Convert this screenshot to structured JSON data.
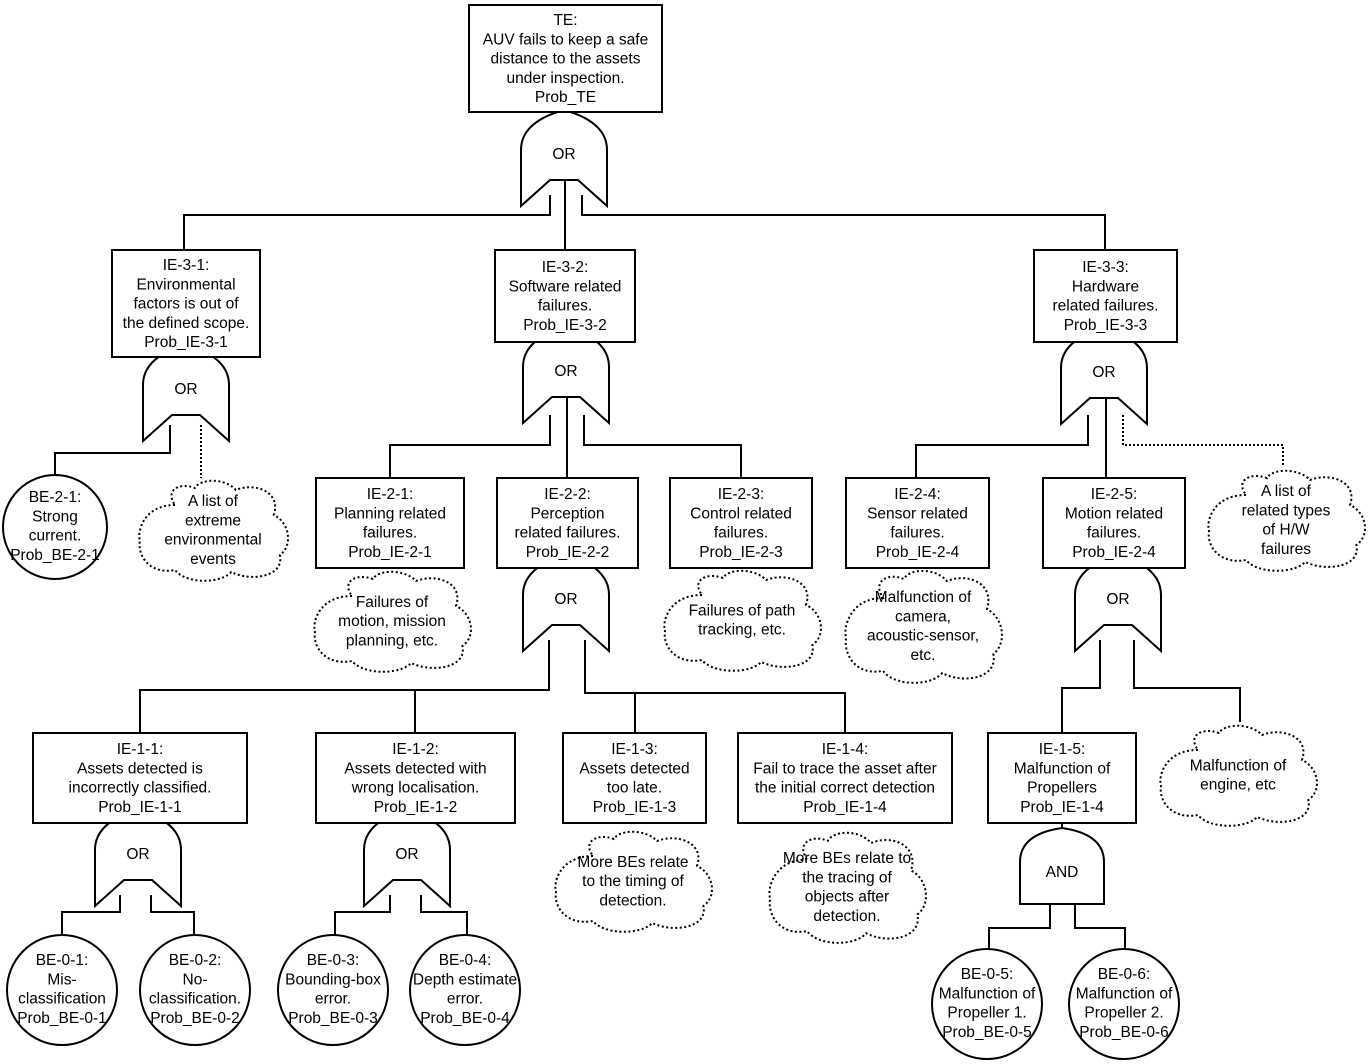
{
  "top_event": {
    "lines": [
      "TE:",
      "AUV fails to keep a safe",
      "distance to the assets",
      "under inspection.",
      "Prob_TE"
    ]
  },
  "intermediate_events": {
    "ie_3_1": {
      "lines": [
        "IE-3-1:",
        "Environmental",
        "factors is out of",
        "the defined scope.",
        "Prob_IE-3-1"
      ]
    },
    "ie_3_2": {
      "lines": [
        "IE-3-2:",
        "Software related",
        "failures.",
        "Prob_IE-3-2"
      ]
    },
    "ie_3_3": {
      "lines": [
        "IE-3-3:",
        "Hardware",
        "related failures.",
        "Prob_IE-3-3"
      ]
    },
    "ie_2_1": {
      "lines": [
        "IE-2-1:",
        "Planning related",
        "failures.",
        "Prob_IE-2-1"
      ]
    },
    "ie_2_2": {
      "lines": [
        "IE-2-2:",
        "Perception",
        "related failures.",
        "Prob_IE-2-2"
      ]
    },
    "ie_2_3": {
      "lines": [
        "IE-2-3:",
        "Control related",
        "failures.",
        "Prob_IE-2-3"
      ]
    },
    "ie_2_4": {
      "lines": [
        "IE-2-4:",
        "Sensor related",
        "failures.",
        "Prob_IE-2-4"
      ]
    },
    "ie_2_5": {
      "lines": [
        "IE-2-5:",
        "Motion related",
        "failures.",
        "Prob_IE-2-4"
      ]
    },
    "ie_1_1": {
      "lines": [
        "IE-1-1:",
        "Assets detected is",
        "incorrectly classified.",
        "Prob_IE-1-1"
      ]
    },
    "ie_1_2": {
      "lines": [
        "IE-1-2:",
        "Assets detected with",
        "wrong localisation.",
        "Prob_IE-1-2"
      ]
    },
    "ie_1_3": {
      "lines": [
        "IE-1-3:",
        "Assets detected",
        "too late.",
        "Prob_IE-1-3"
      ]
    },
    "ie_1_4": {
      "lines": [
        "IE-1-4:",
        "Fail to trace the asset after",
        "the initial correct detection",
        "Prob_IE-1-4"
      ]
    },
    "ie_1_5": {
      "lines": [
        "IE-1-5:",
        "Malfunction of",
        "Propellers",
        "Prob_IE-1-4"
      ]
    }
  },
  "basic_events": {
    "be_2_1": {
      "lines": [
        "BE-2-1:",
        "Strong",
        "current.",
        "Prob_BE-2-1"
      ]
    },
    "be_0_1": {
      "lines": [
        "BE-0-1:",
        "Mis-",
        "classification",
        "Prob_BE-0-1"
      ]
    },
    "be_0_2": {
      "lines": [
        "BE-0-2:",
        "No-",
        "classification.",
        "Prob_BE-0-2"
      ]
    },
    "be_0_3": {
      "lines": [
        "BE-0-3:",
        "Bounding-box",
        "error.",
        "Prob_BE-0-3"
      ]
    },
    "be_0_4": {
      "lines": [
        "BE-0-4:",
        "Depth estimate",
        "error.",
        "Prob_BE-0-4"
      ]
    },
    "be_0_5": {
      "lines": [
        "BE-0-5:",
        "Malfunction of",
        "Propeller 1.",
        "Prob_BE-0-5"
      ]
    },
    "be_0_6": {
      "lines": [
        "BE-0-6:",
        "Malfunction of",
        "Propeller 2.",
        "Prob_BE-0-6"
      ]
    }
  },
  "undeveloped_events": {
    "env_events": {
      "lines": [
        "A list of",
        "extreme",
        "environmental",
        "events"
      ]
    },
    "hw_failures": {
      "lines": [
        "A list of",
        "related types",
        "of H/W",
        "failures"
      ]
    },
    "planning_failures": {
      "lines": [
        "Failures of",
        "motion, mission",
        "planning, etc."
      ]
    },
    "path_tracking": {
      "lines": [
        "Failures of path",
        "tracking, etc."
      ]
    },
    "sensor_malfunction": {
      "lines": [
        "Malfunction of",
        "camera,",
        "acoustic-sensor,",
        "etc."
      ]
    },
    "engine_malfunction": {
      "lines": [
        "Malfunction of",
        "engine, etc"
      ]
    },
    "timing": {
      "lines": [
        "More BEs relate",
        "to the timing of",
        "detection."
      ]
    },
    "tracing": {
      "lines": [
        "More BEs relate to",
        "the tracing of",
        "objects after",
        "detection."
      ]
    }
  },
  "gates": {
    "g_te": "OR",
    "g_ie_3_1": "OR",
    "g_ie_3_2": "OR",
    "g_ie_3_3": "OR",
    "g_ie_2_2": "OR",
    "g_ie_2_5": "OR",
    "g_ie_1_1": "OR",
    "g_ie_1_2": "OR",
    "g_ie_1_5": "AND"
  }
}
